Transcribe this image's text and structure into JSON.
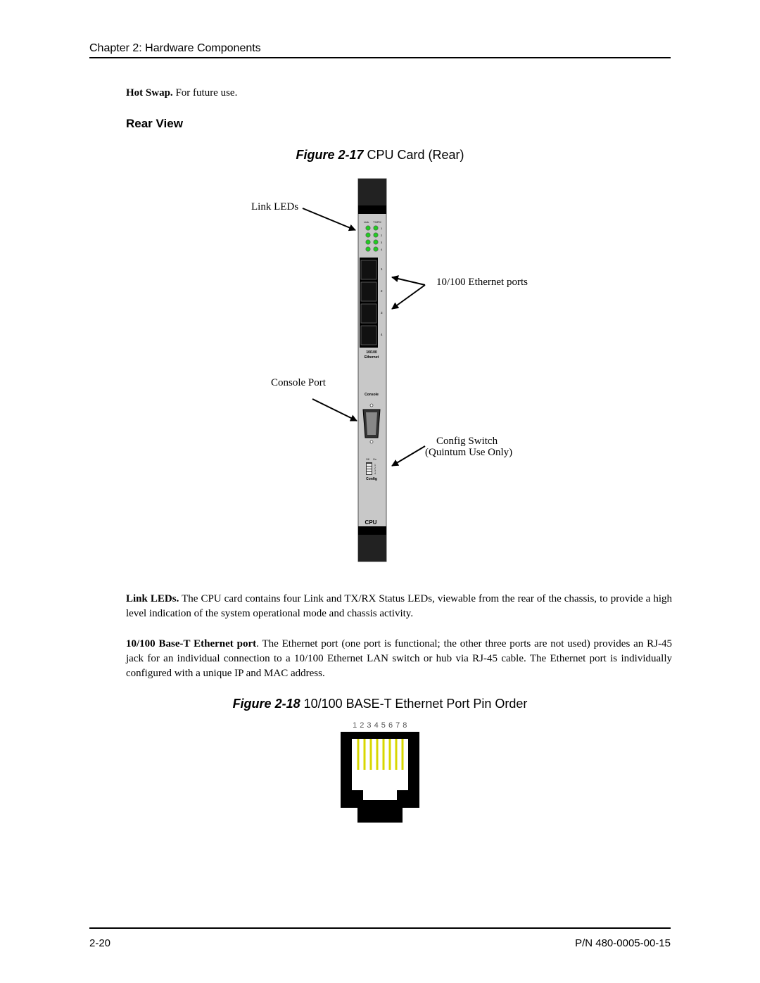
{
  "header": {
    "chapter": "Chapter 2: Hardware Components"
  },
  "hot_swap": {
    "term": "Hot Swap.",
    "text": " For future use."
  },
  "section": {
    "title": "Rear View"
  },
  "figure17": {
    "number": "Figure 2-17",
    "title": " CPU Card (Rear)",
    "callouts": {
      "link_leds": "Link LEDs",
      "ethernet_ports": "10/100 Ethernet ports",
      "console_port": "Console Port",
      "config_switch_1": "Config Switch",
      "config_switch_2": "(Quintum Use Only)"
    },
    "card": {
      "led_header_link": "Link",
      "led_header_txrx": "TX/RX",
      "led_rows": [
        "1",
        "2",
        "3",
        "4"
      ],
      "port_numbers": [
        "1",
        "2",
        "3",
        "4"
      ],
      "ethernet_label_1": "10/100",
      "ethernet_label_2": "Ethernet",
      "console_label": "Console",
      "switch_off": "Off",
      "switch_on": "On",
      "switch_numbers": [
        "1",
        "2",
        "3",
        "4"
      ],
      "config_label": "Config",
      "cpu_label": "CPU"
    }
  },
  "para_link_leds": {
    "term": "Link LEDs.",
    "text": " The CPU card contains four Link and TX/RX Status LEDs, viewable from the rear of the chassis, to provide a high level indication of the system operational mode and chassis activity."
  },
  "para_ethernet": {
    "term": "10/100 Base-T Ethernet port",
    "text": ". The Ethernet port (one port is functional; the other three ports are not used) provides an RJ-45 jack for an individual connection to a 10/100 Ethernet LAN switch or hub via RJ-45 cable. The Ethernet port is individually configured with a unique IP and MAC address."
  },
  "figure18": {
    "number": "Figure 2-18",
    "title": "  10/100 BASE-T Ethernet Port Pin Order",
    "pin_numbers": "1 2 3 4 5 6 7 8"
  },
  "footer": {
    "page": "2-20",
    "part_number": "P/N 480-0005-00-15"
  },
  "colors": {
    "led_green": "#22cc22",
    "pin_yellow": "#d8d800",
    "card_gray": "#c8c8c8"
  }
}
